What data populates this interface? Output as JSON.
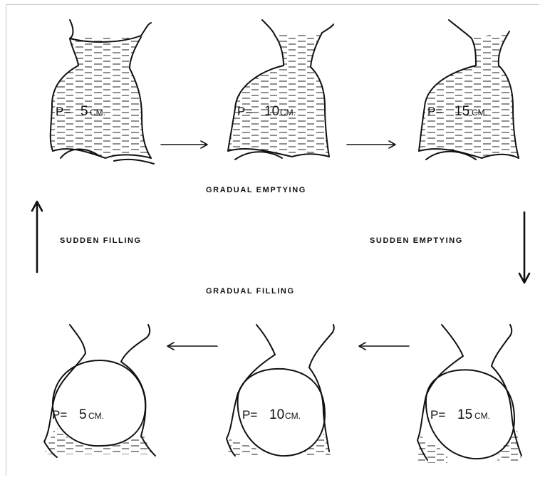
{
  "labels": {
    "gradual_emptying": "GRADUAL    EMPTYING",
    "gradual_filling": "GRADUAL    FILLING",
    "sudden_filling": "SUDDEN  FILLING",
    "sudden_emptying": "SUDDEN  EMPTYING"
  },
  "top_row": [
    {
      "p_label": "P=",
      "value": "5",
      "unit": "CM."
    },
    {
      "p_label": "P=",
      "value": "10",
      "unit": "CM."
    },
    {
      "p_label": "P=",
      "value": "15",
      "unit": "CM."
    }
  ],
  "bottom_row": [
    {
      "p_label": "P=",
      "value": "5",
      "unit": "CM."
    },
    {
      "p_label": "P=",
      "value": "10",
      "unit": "CM."
    },
    {
      "p_label": "P=",
      "value": "15",
      "unit": "CM."
    }
  ],
  "colors": {
    "ink": "#111111",
    "frame": "#c8c8c8",
    "background": "#ffffff"
  }
}
